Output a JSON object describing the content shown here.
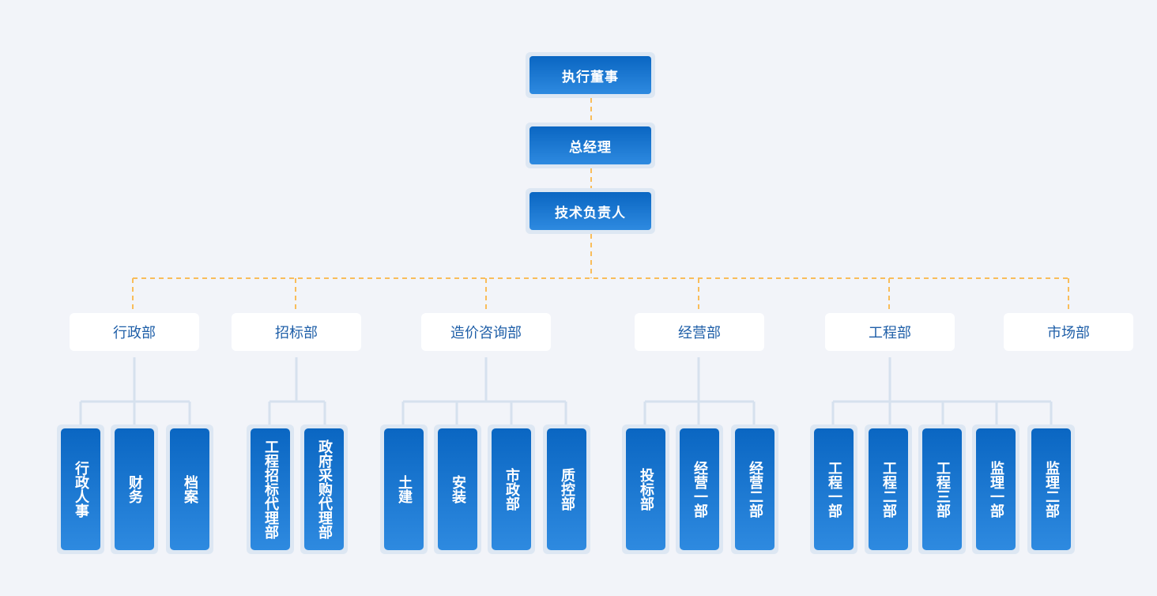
{
  "top": [
    {
      "id": "top-executive-director",
      "label": "执行董事"
    },
    {
      "id": "top-general-manager",
      "label": "总经理"
    },
    {
      "id": "top-technical-lead",
      "label": "技术负责人"
    }
  ],
  "departments": [
    {
      "id": "admin",
      "label": "行政部",
      "children": [
        "行政人事",
        "财务",
        "档案"
      ]
    },
    {
      "id": "bidding",
      "label": "招标部",
      "children": [
        "工程招标代理部",
        "政府采购代理部"
      ]
    },
    {
      "id": "cost-consulting",
      "label": "造价咨询部",
      "children": [
        "土建",
        "安装",
        "市政部",
        "质控部"
      ]
    },
    {
      "id": "operations",
      "label": "经营部",
      "children": [
        "投标部",
        "经营一部",
        "经营二部"
      ]
    },
    {
      "id": "engineering",
      "label": "工程部",
      "children": [
        "工程一部",
        "工程二部",
        "工程三部",
        "监理一部",
        "监理二部"
      ]
    },
    {
      "id": "market",
      "label": "市场部",
      "children": []
    }
  ],
  "colors": {
    "background": "#f2f4f9",
    "primary_gradient_top": "#0a66c2",
    "primary_gradient_bottom": "#2e8ae0",
    "dashed_connector": "#f9bd5a",
    "solid_connector": "#d6e1ee",
    "department_text": "#1f5fa8"
  }
}
